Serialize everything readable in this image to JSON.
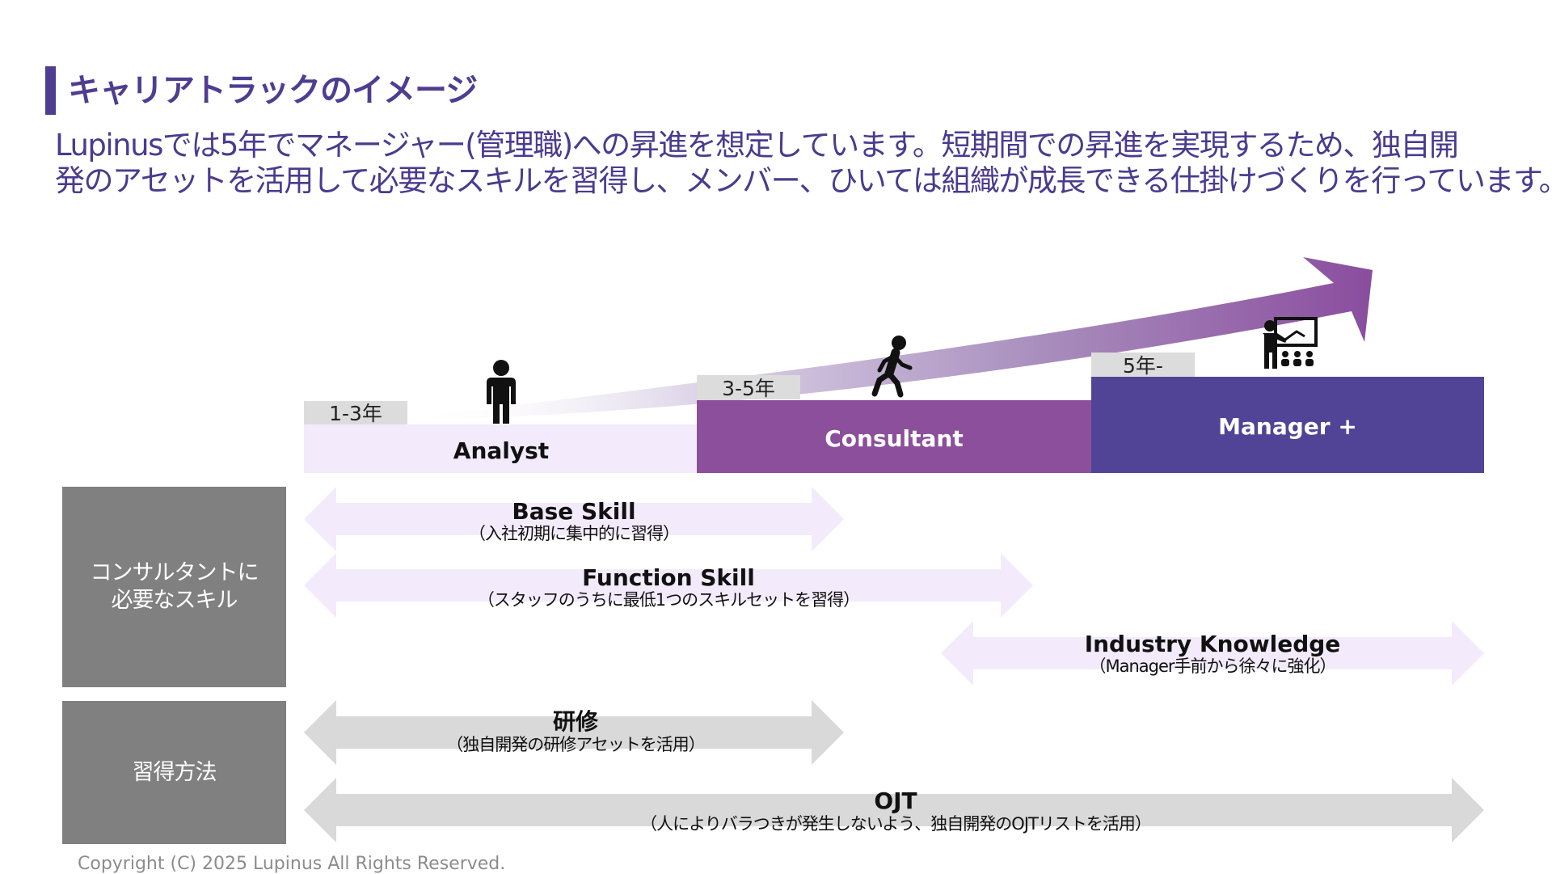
{
  "title": "キャリアトラックのイメージ",
  "lead": {
    "line1": "Lupinusでは5年でマネージャー(管理職)への昇進を想定しています。短期間での昇進を実現するため、独自開",
    "line2": "発のアセットを活用して必要なスキルを習得し、メンバー、ひいては組織が成長できる仕掛けづくりを行っています。"
  },
  "stages": [
    {
      "name": "Analyst",
      "years": "1-3年",
      "icon": "standing-person-icon",
      "color": "#f3ebfb",
      "text_color": "#111111"
    },
    {
      "name": "Consultant",
      "years": "3-5年",
      "icon": "walking-person-icon",
      "color": "#8b4f9c",
      "text_color": "#ffffff"
    },
    {
      "name": "Manager +",
      "years": "5年-",
      "icon": "presenter-icon",
      "color": "#514496",
      "text_color": "#ffffff"
    }
  ],
  "skills": {
    "label": "コンサルタントに\n必要なスキル",
    "items": [
      {
        "title": "Base Skill",
        "sub": "（入社初期に集中的に習得）"
      },
      {
        "title": "Function Skill",
        "sub": "（スタッフのうちに最低1つのスキルセットを習得）"
      },
      {
        "title": "Industry Knowledge",
        "sub": "（Manager手前から徐々に強化）"
      }
    ]
  },
  "methods": {
    "label": "習得方法",
    "items": [
      {
        "title": "研修",
        "sub": "（独自開発の研修アセットを活用）"
      },
      {
        "title": "OJT",
        "sub": "（人によりバラつきが発生しないよう、独自開発のOJTリストを活用）"
      }
    ]
  },
  "colors": {
    "accent": "#4f3d91",
    "skill_arrow": "#f3ebfb",
    "method_arrow": "#d9d9d9",
    "side_box": "#808080",
    "year_tag": "#dcdcdc"
  },
  "copyright": "Copyright (C) 2025 Lupinus All Rights Reserved."
}
